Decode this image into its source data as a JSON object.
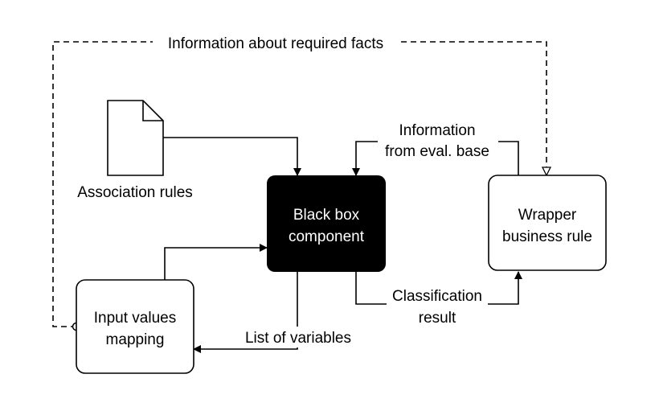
{
  "nodes": {
    "association_rules": {
      "label": "Association rules"
    },
    "black_box": {
      "line1": "Black box",
      "line2": "component"
    },
    "wrapper": {
      "line1": "Wrapper",
      "line2": "business rule"
    },
    "input_mapping": {
      "line1": "Input values",
      "line2": "mapping"
    }
  },
  "edges": {
    "required_facts": {
      "label": "Information about required facts"
    },
    "eval_base": {
      "line1": "Information",
      "line2": "from eval. base"
    },
    "classification": {
      "line1": "Classification",
      "line2": "result"
    },
    "variables": {
      "label": "List of variables"
    }
  },
  "colors": {
    "black_box_fill": "#000000",
    "black_box_text": "#ffffff",
    "stroke": "#000000"
  }
}
